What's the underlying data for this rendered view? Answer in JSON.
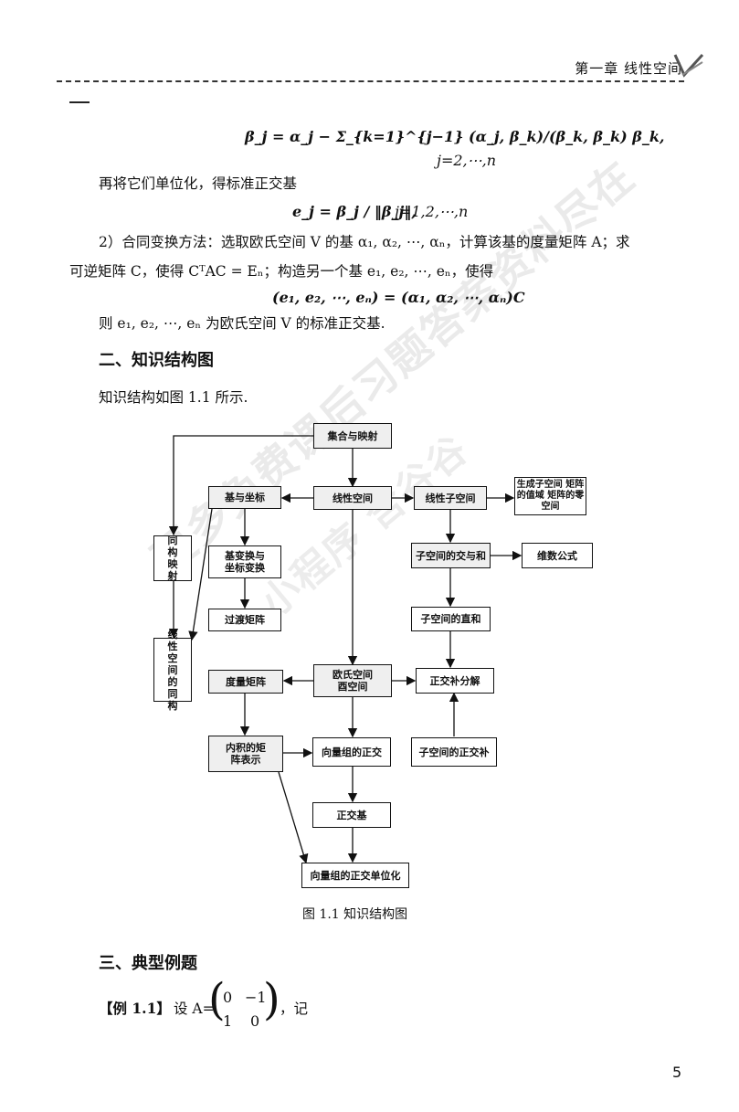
{
  "header": {
    "chapter_title": "第一章  线性空间"
  },
  "formulas": {
    "gram_schmidt": "β_j = α_j − Σ_{k=1}^{j−1} (α_j, β_k)/(β_k, β_k) β_k,",
    "gram_schmidt_range": "j=2,⋯,n",
    "normalize": "e_j = β_j / ‖β_j‖,",
    "normalize_range": "j=1,2,⋯,n",
    "basis_transform": "(e₁, e₂, ⋯, eₙ) = (α₁, α₂, ⋯, αₙ)C"
  },
  "text": {
    "normalize_intro": "再将它们单位化，得标准正交基",
    "method2_line1": "2）合同变换方法：选取欧氏空间 V 的基 α₁, α₂, ⋯, αₙ，计算该基的度量矩阵 A；求",
    "method2_line2": "可逆矩阵 C，使得 CᵀAC = Eₙ；构造另一个基 e₁, e₂, ⋯, eₙ，使得",
    "method2_conclusion": "则 e₁, e₂, ⋯, eₙ 为欧氏空间 V 的标准正交基."
  },
  "section2": {
    "title": "二、知识结构图",
    "intro": "知识结构如图 1.1 所示."
  },
  "flowchart": {
    "nodes": {
      "sets": "集合与映射",
      "linear_space": "线性空间",
      "basis_coord": "基与坐标",
      "subspace": "线性子空间",
      "generated": "生成子空间 矩阵的值域 矩阵的零空间",
      "isomorphic_map": "同构映射",
      "basis_change": "基变换与 坐标变换",
      "intersection_sum": "子空间的交与和",
      "dimension_formula": "维数公式",
      "transition_matrix": "过渡矩阵",
      "direct_sum": "子空间的直和",
      "isomorphism": "线性空间的同构",
      "metric_matrix": "度量矩阵",
      "euclidean": "欧氏空间 酉空间",
      "orth_decomp": "正交补分解",
      "inner_product_matrix": "内积的矩阵表示",
      "vector_orth": "向量组的正交",
      "orth_complement": "子空间的正交补",
      "orth_basis": "正交基",
      "orth_normalize": "向量组的正交单位化"
    },
    "caption": "图 1.1    知识结构图"
  },
  "section3": {
    "title": "三、典型例题",
    "example_label": "【例 1.1】",
    "example_text": "设 A=",
    "matrix": [
      [
        "0",
        "−1"
      ],
      [
        "1",
        "0"
      ]
    ],
    "example_tail": "，记"
  },
  "watermark": {
    "line1": "更多免费课后习题答案资料尽在",
    "line2": "小程序 含谷谷"
  },
  "page_number": "5"
}
